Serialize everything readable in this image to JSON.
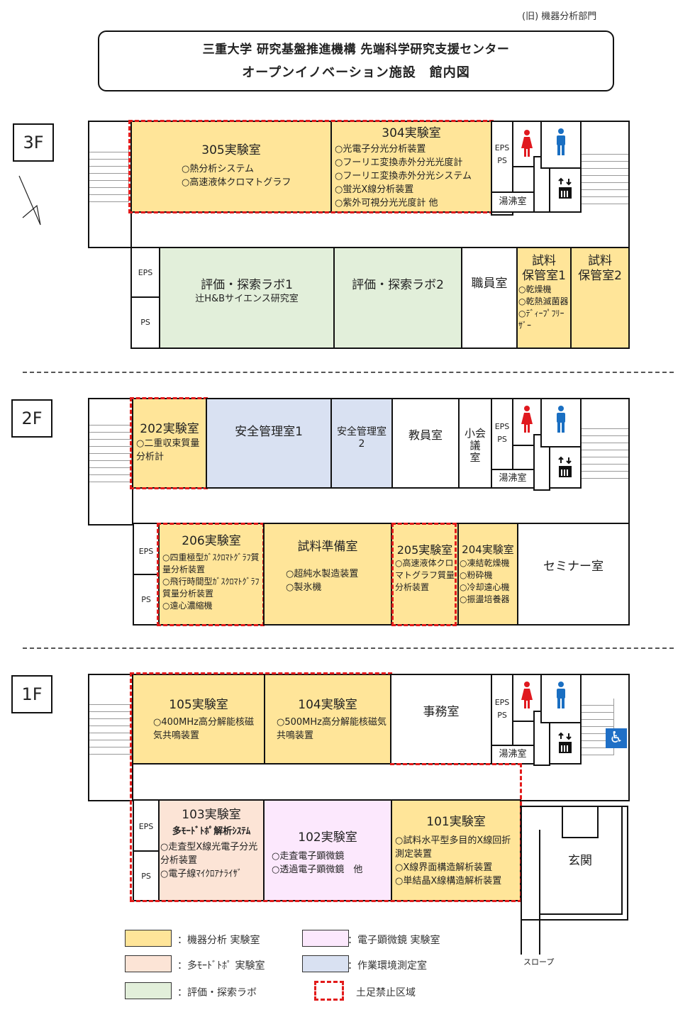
{
  "header": {
    "top_note": "(旧) 機器分析部門",
    "title_line1": "三重大学 研究基盤推進機構 先端科学研究支援センター",
    "title_line2": "オープンイノベーション施設　館内図"
  },
  "colors": {
    "kiki": "#ffe599",
    "tamodo": "#fce4d6",
    "hyoka": "#e2efda",
    "denshi": "#fce8fd",
    "sagyo": "#d9e1f2",
    "nodosoku_border": "#e21b1b",
    "female_icon": "#e0191f",
    "male_icon": "#1a6fc2",
    "accessible": "#1f6fc6"
  },
  "common": {
    "eps": "EPS",
    "ps": "PS",
    "yuwakashi": "湯沸室",
    "elevator_icon": "elevator-icon",
    "female_icon": "female-restroom-icon",
    "male_icon": "male-restroom-icon",
    "accessible_icon": "wheelchair-icon",
    "north_icon": "north-arrow-icon"
  },
  "floors": {
    "f3": {
      "label": "3F",
      "rooms": {
        "r305": {
          "name": "305実験室",
          "equipment": [
            "○熱分析システム",
            "○高速液体クロマトグラフ"
          ]
        },
        "r304": {
          "name": "304実験室",
          "equipment": [
            "○光電子分光分析装置",
            "○フーリエ変換赤外分光光度計",
            "○フーリエ変換赤外分光システム",
            "○蛍光X線分析装置",
            "○紫外可視分光光度計 他"
          ]
        },
        "lab1": {
          "name": "評価・探索ラボ1",
          "sub": "辻H&Bサイエンス研究室"
        },
        "lab2": {
          "name": "評価・探索ラボ2"
        },
        "staff": {
          "name": "職員室"
        },
        "storage1": {
          "name": "試料\n保管室1",
          "name_l1": "試料",
          "name_l2": "保管室1",
          "equipment": [
            "○乾燥機",
            "○乾熱滅菌器",
            "○ﾃﾞｨｰﾌﾟﾌﾘｰｻﾞｰ"
          ]
        },
        "storage2": {
          "name_l1": "試料",
          "name_l2": "保管室2"
        }
      }
    },
    "f2": {
      "label": "2F",
      "rooms": {
        "r202": {
          "name": "202実験室",
          "equipment": [
            "○二重収束質量分析計"
          ]
        },
        "safety1": {
          "name": "安全管理室1"
        },
        "safety2": {
          "name_l1": "安全管理室",
          "name_l2": "2"
        },
        "faculty": {
          "name": "教員室"
        },
        "meeting": {
          "name_l1": "小会議",
          "name_l2": "室"
        },
        "r206": {
          "name": "206実験室",
          "equipment": [
            "○四重極型ｶﾞｽｸﾛﾏﾄｸﾞﾗﾌ質量分析装置",
            "○飛行時間型ｶﾞｽｸﾛﾏﾄｸﾞﾗﾌ質量分析装置",
            "○遠心濃縮機"
          ]
        },
        "prep": {
          "name": "試料準備室",
          "equipment": [
            "○超純水製造装置",
            "○製氷機"
          ]
        },
        "r205": {
          "name": "205実験室",
          "equipment": [
            "○高速液体クロマトグラフ質量分析装置"
          ]
        },
        "r204": {
          "name": "204実験室",
          "equipment": [
            "○凍結乾燥機",
            "○粉砕機",
            "○冷却遠心機",
            "○振盪培養器"
          ]
        },
        "seminar": {
          "name": "セミナー室"
        }
      }
    },
    "f1": {
      "label": "1F",
      "rooms": {
        "r105": {
          "name": "105実験室",
          "equipment": [
            "○400MHz高分解能核磁気共鳴装置"
          ]
        },
        "r104": {
          "name": "104実験室",
          "equipment": [
            "○500MHz高分解能核磁気共鳴装置"
          ]
        },
        "office": {
          "name": "事務室"
        },
        "r103": {
          "name": "103実験室",
          "sub": "多ﾓｰﾄﾞﾄﾎﾟ解析ｼｽﾃﾑ",
          "equipment": [
            "○走査型X線光電子分光分析装置",
            "○電子線ﾏｲｸﾛｱﾅﾗｲｻﾞ"
          ]
        },
        "r102": {
          "name": "102実験室",
          "equipment": [
            "○走査電子顕微鏡",
            "○透過電子顕微鏡　他"
          ]
        },
        "r101": {
          "name": "101実験室",
          "equipment": [
            "○試料水平型多目的X線回折測定装置",
            "○X線界面構造解析装置",
            "○単結晶X線構造解析装置"
          ]
        },
        "entrance": {
          "name": "玄関"
        },
        "slope": "スロープ"
      }
    }
  },
  "legend": {
    "items": [
      {
        "label": "：機器分析 実験室",
        "color": "#ffe599"
      },
      {
        "label": "：電子顕微鏡 実験室",
        "color": "#fce8fd"
      },
      {
        "label": "：多ﾓｰﾄﾞﾄﾎﾟ 実験室",
        "color": "#fce4d6"
      },
      {
        "label": "：作業環境測定室",
        "color": "#d9e1f2"
      },
      {
        "label": "：評価・探索ラボ",
        "color": "#e2efda"
      },
      {
        "label": "土足禁止区域",
        "color": "#e21b1b"
      }
    ]
  }
}
